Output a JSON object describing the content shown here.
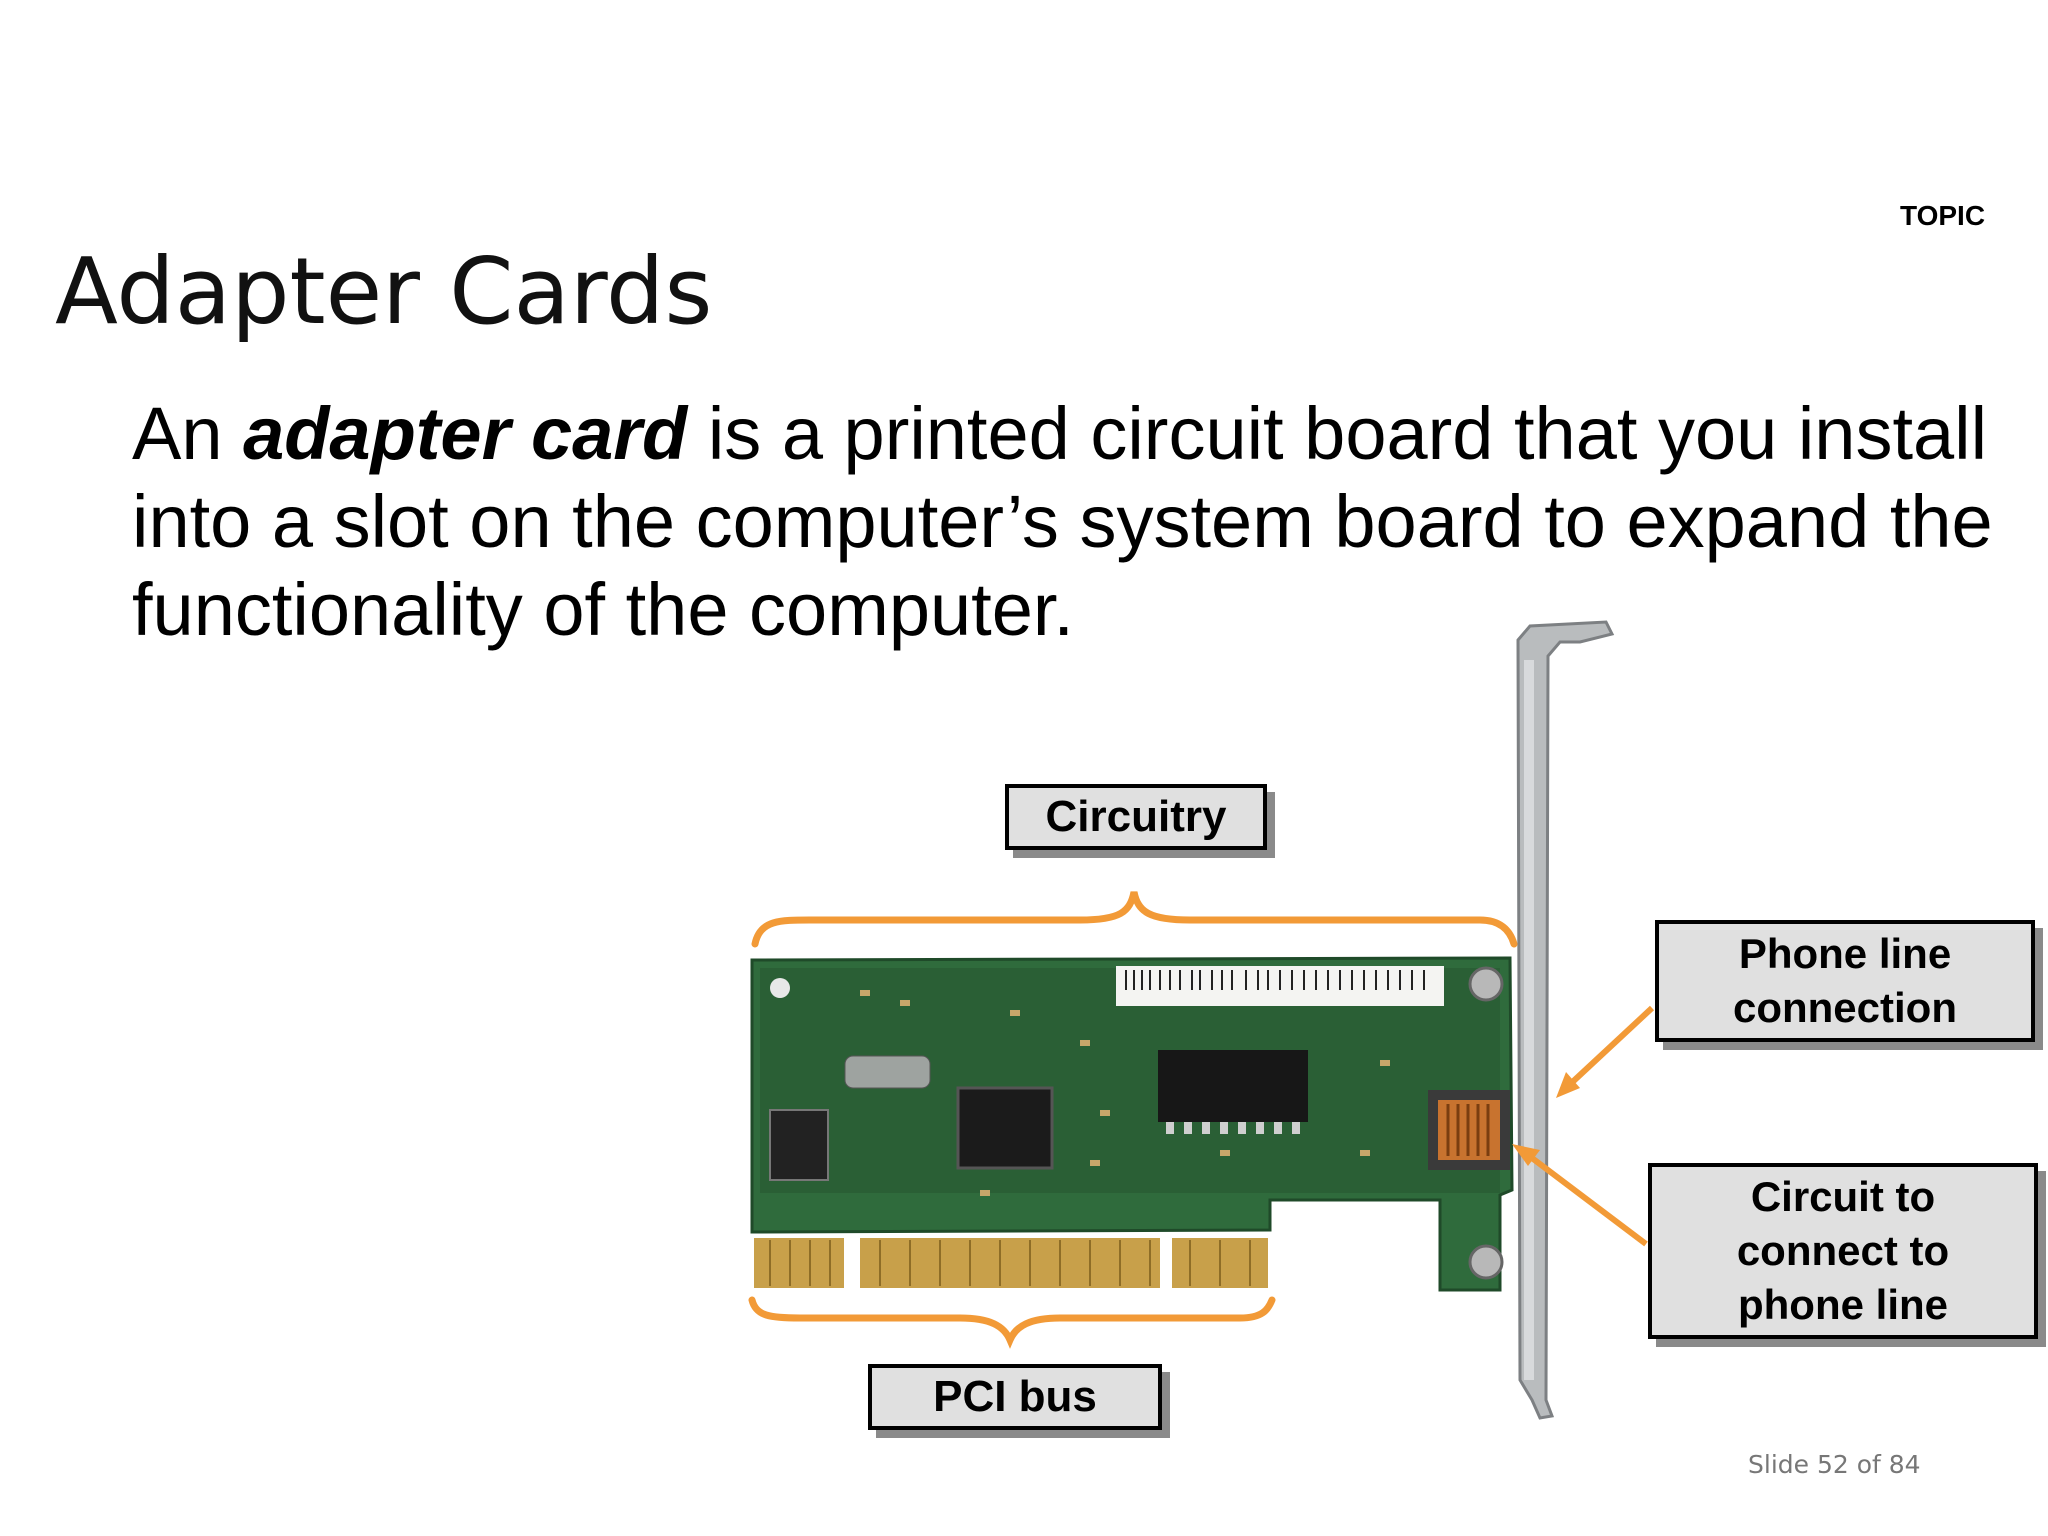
{
  "header": {
    "topic_label": "TOPIC"
  },
  "slide": {
    "title": "Adapter Cards",
    "body_prefix": "An ",
    "body_term": "adapter card",
    "body_suffix": " is a printed circuit board that you install into a slot on the computer’s system board to expand the functionality of the computer."
  },
  "figure": {
    "callouts": {
      "circuitry": "Circuitry",
      "pci_bus": "PCI bus",
      "phone_line": "Phone line\nconnection",
      "circuit_to_phone": "Circuit to\nconnect  to\nphone line"
    },
    "colors": {
      "board": "#2f6b3c",
      "bracket": "#f29a37",
      "callout_bg": "#e0e0e0"
    }
  },
  "footer": {
    "slide_number": "Slide 52 of 84"
  }
}
